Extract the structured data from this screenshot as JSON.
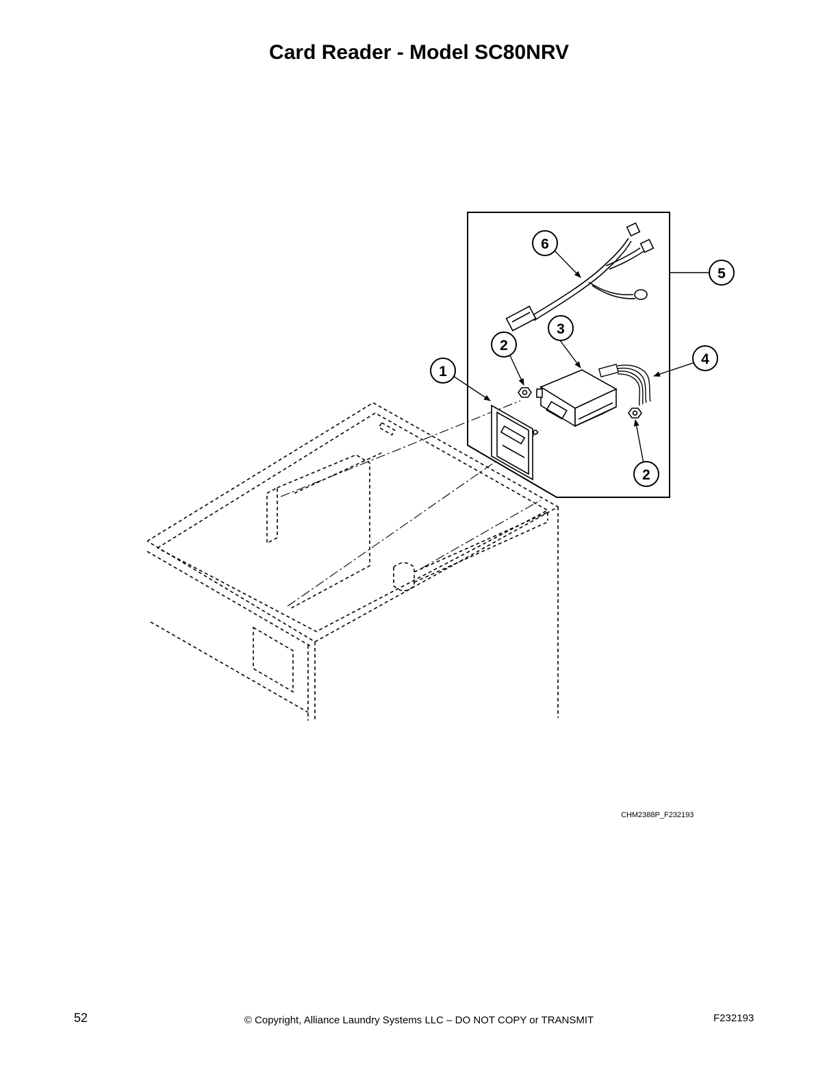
{
  "title": "Card Reader - Model SC80NRV",
  "figure_code": "CHM2388P_F232193",
  "footer": {
    "page_number": "52",
    "copyright": "© Copyright, Alliance Laundry Systems LLC – DO NOT COPY or TRANSMIT",
    "doc_id": "F232193"
  },
  "callouts": [
    "1",
    "2",
    "3",
    "4",
    "5",
    "6",
    "2"
  ]
}
